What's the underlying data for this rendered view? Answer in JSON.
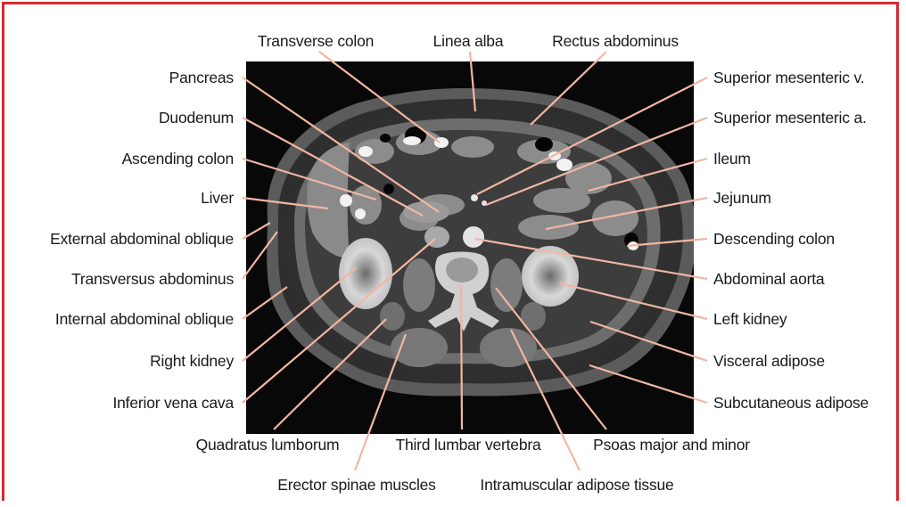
{
  "labels": {
    "transverse_colon": "Transverse colon",
    "linea_alba": "Linea alba",
    "rectus_abdominus": "Rectus abdominus",
    "pancreas": "Pancreas",
    "duodenum": "Duodenum",
    "ascending_colon": "Ascending colon",
    "liver": "Liver",
    "external_abdominal_oblique": "External abdominal oblique",
    "transversus_abdominus": "Transversus abdominus",
    "internal_abdominal_oblique": "Internal abdominal oblique",
    "right_kidney": "Right kidney",
    "inferior_vena_cava": "Inferior vena cava",
    "quadratus_lumborum": "Quadratus lumborum",
    "third_lumbar_vertebra": "Third lumbar vertebra",
    "psoas_major_and_minor": "Psoas major and minor",
    "erector_spinae_muscles": "Erector spinae muscles",
    "intramuscular_adipose_tissue": "Intramuscular adipose tissue",
    "superior_mesenteric_v": "Superior mesenteric v.",
    "superior_mesenteric_a": "Superior mesenteric a.",
    "ileum": "Ileum",
    "jejunum": "Jejunum",
    "descending_colon": "Descending colon",
    "abdominal_aorta": "Abdominal aorta",
    "left_kidney": "Left kidney",
    "visceral_adipose": "Visceral adipose",
    "subcutaneous_adipose": "Subcutaneous adipose"
  },
  "colors": {
    "frame": "#d42a2f",
    "leader_line": "#f2b6a2",
    "scan_background": "#0a0a0a"
  }
}
